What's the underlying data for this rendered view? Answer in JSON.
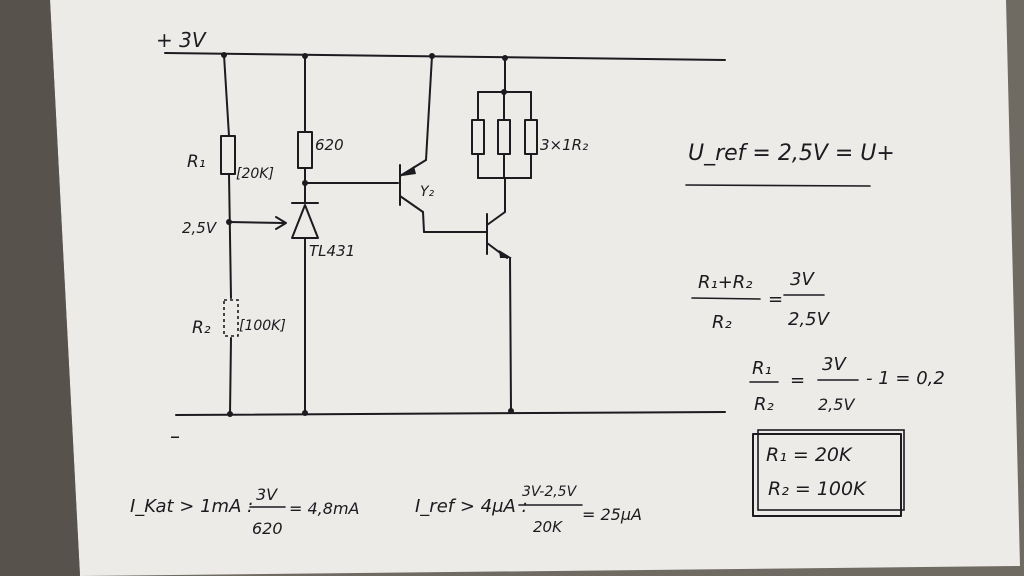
{
  "rails": {
    "positive": "+ 3V",
    "negative": "–"
  },
  "components": {
    "r1_label": "R₁",
    "r1_value": "[20K]",
    "node_voltage": "2,5V",
    "r2_label": "R₂",
    "r2_value": "[100K]",
    "cathode_resistor": "620",
    "shunt_regulator": "TL431",
    "transistor_1": "Y₂",
    "load_resistors": "3×1R₂"
  },
  "equations": {
    "uref": "U_ref = 2,5V = U+",
    "ratio_num": "R₁+R₂",
    "ratio_den": "R₂",
    "ratio_eq": "=",
    "ratio_rhs_num": "3V",
    "ratio_rhs_den": "2,5V",
    "r1_over_r2_num": "R₁",
    "r1_over_r2_den": "R₂",
    "r1_over_r2_eq": "=",
    "r1_over_r2_rhs_num": "3V",
    "r1_over_r2_rhs_den": "2,5V",
    "r1_over_r2_tail": "- 1 = 0,2",
    "result_r1": "R₁ = 20K",
    "result_r2": "R₂ = 100K"
  },
  "bottom_notes": {
    "ikat_prefix": "I_Kat > 1mA :",
    "ikat_num": "3V",
    "ikat_den": "620",
    "ikat_result": "= 4,8mA",
    "iref_prefix": "I_ref > 4μA :",
    "iref_num": "3V-2,5V",
    "iref_den": "20K",
    "iref_result": "= 25μA"
  }
}
